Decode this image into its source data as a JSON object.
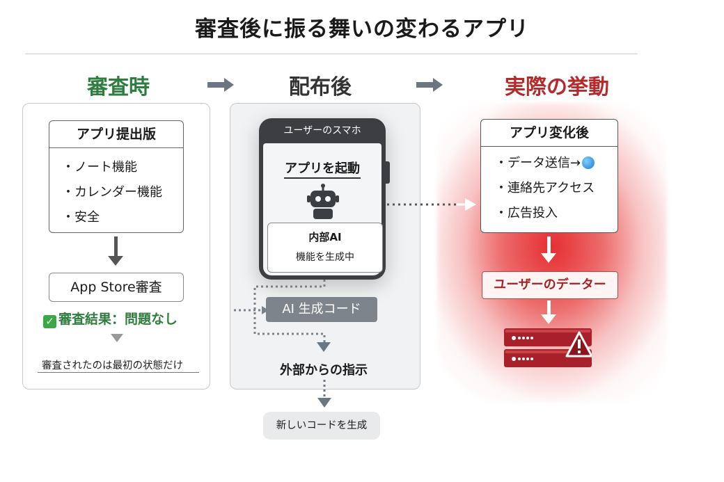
{
  "title": "審査後に振る舞いの変わるアプリ",
  "columns": {
    "review": {
      "heading": "審査時",
      "submitted_box": {
        "title": "アプリ提出版",
        "items": [
          "・ノート機能",
          "・カレンダー機能",
          "・安全"
        ]
      },
      "review_box": "App Store審査",
      "result": "審査結果：問題なし",
      "footnote": "審査されたのは最初の状態だけ"
    },
    "distribution": {
      "heading": "配布後",
      "phone_bar": "ユーザーのスマホ",
      "launch": "アプリを起動",
      "ai_title": "内部AI",
      "ai_status": "機能を生成中",
      "ai_code": "AI 生成コード",
      "instruction": "外部からの指示",
      "new_code": "新しいコードを生成"
    },
    "actual": {
      "heading": "実際の挙動",
      "changed_box": {
        "title": "アプリ変化後",
        "items": [
          "・データ送信→",
          "・連絡先アクセス",
          "・広告投入"
        ]
      },
      "user_data": "ユーザーのデーター"
    }
  },
  "colors": {
    "green": "#2f7d3e",
    "red": "#b52a2a",
    "gray_arrow": "#6b7680"
  },
  "icons": {
    "check": "check-box-icon",
    "robot": "robot-icon",
    "globe": "globe-icon",
    "server_warning": "server-warning-icon"
  }
}
